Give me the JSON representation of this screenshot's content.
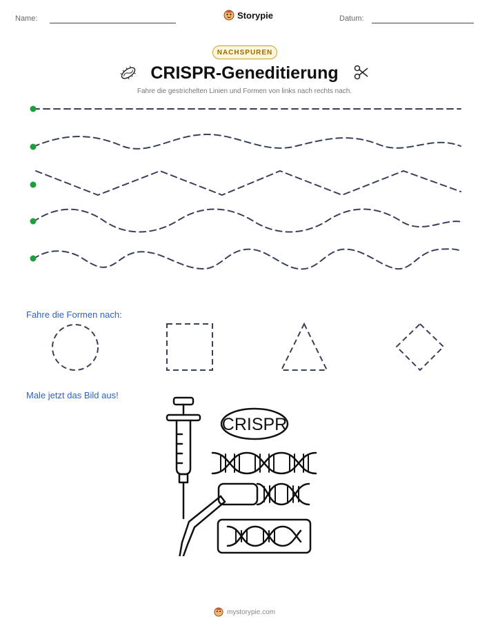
{
  "header": {
    "name_label": "Name:",
    "date_label": "Datum:",
    "brand_name": "Storypie",
    "brand_icon": "storypie-logo-icon"
  },
  "worksheet": {
    "badge": "NACHSPUREN",
    "title": "CRISPR-Geneditierung",
    "title_icon_left": "bacterium-icon",
    "title_icon_right": "scissors-icon",
    "instructions": "Fahre die gestrichelten Linien und Formen von links nach rechts nach."
  },
  "tracing_lines": [
    {
      "kind": "straight",
      "start_dot_color": "#1e9e3e"
    },
    {
      "kind": "gentle-wave",
      "start_dot_color": "#1e9e3e"
    },
    {
      "kind": "zigzag",
      "start_dot_color": "#1e9e3e"
    },
    {
      "kind": "wave",
      "start_dot_color": "#1e9e3e"
    },
    {
      "kind": "deep-wave",
      "start_dot_color": "#1e9e3e"
    }
  ],
  "shapes_section": {
    "label": "Fahre die Formen nach:",
    "shapes": [
      "circle",
      "square",
      "triangle",
      "diamond"
    ]
  },
  "coloring_section": {
    "label": "Male jetzt das Bild aus!",
    "picture_text": "CRISPR",
    "picture_items": [
      "syringe",
      "dna-strand",
      "cell-tag",
      "dna-box"
    ]
  },
  "footer": {
    "site": "mystorypie.com"
  },
  "colors": {
    "accent_blue": "#2b62c9",
    "badge_gold": "#c9a227",
    "dash_line": "#3a3f58",
    "start_dot": "#1e9e3e"
  }
}
